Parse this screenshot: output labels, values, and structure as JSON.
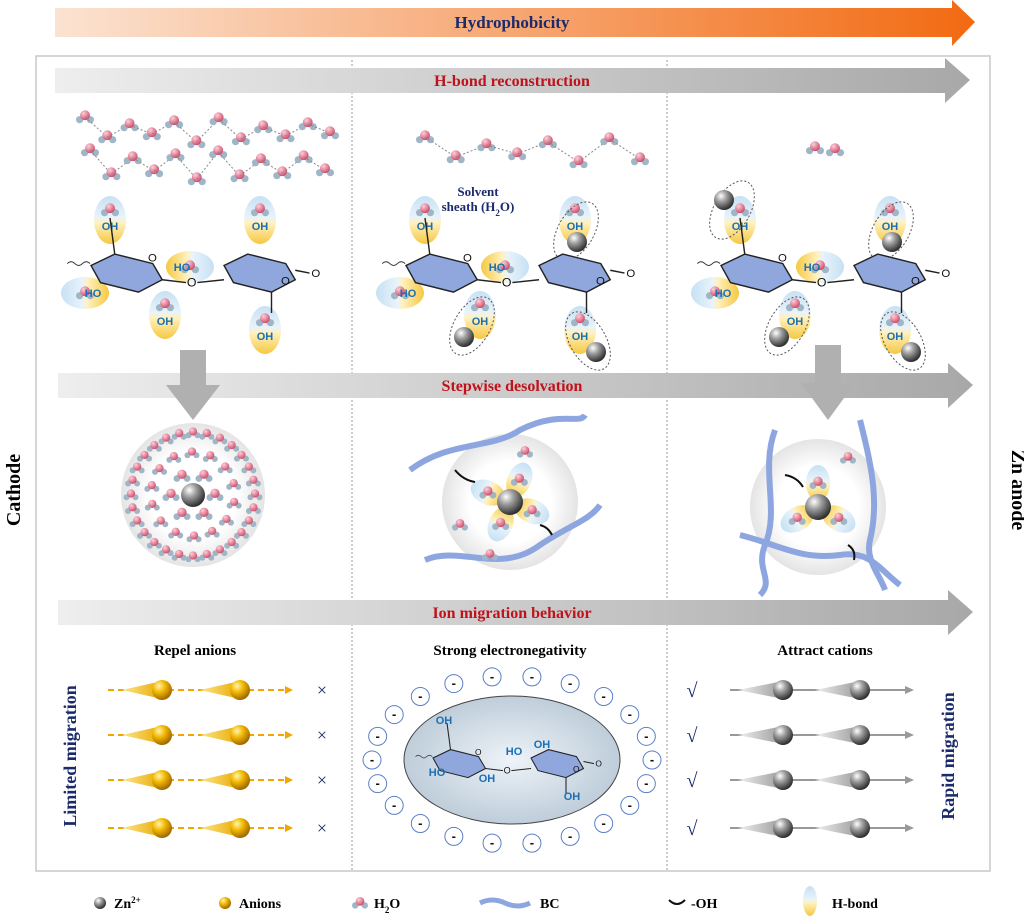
{
  "top_arrow": {
    "label": "Hydrophobicity",
    "color_start": "#fbe3d2",
    "color_end": "#f26a12"
  },
  "side_labels": {
    "left": "Cathode",
    "right": "Zn anode"
  },
  "sections": {
    "hbond": "H-bond reconstruction",
    "desolvation": "Stepwise desolvation",
    "migration": "Ion migration behavior"
  },
  "hbond_panel": {
    "solvent_sheath_line1": "Solvent",
    "solvent_sheath_line2": "sheath (H",
    "solvent_sheath_sub": "2",
    "solvent_sheath_end": "O)"
  },
  "chem_labels": {
    "oh": "OH",
    "ho": "HO",
    "o": "O"
  },
  "migration_panel": {
    "col1_title": "Repel anions",
    "col2_title": "Strong electronegativity",
    "col3_title": "Attract cations",
    "left_vertical": "Limited migration",
    "right_vertical": "Rapid migration",
    "cross": "×",
    "check": "√",
    "minus": "-"
  },
  "legend": [
    {
      "icon": "zn-ion-icon",
      "label": "Zn",
      "sup": "2+"
    },
    {
      "icon": "anion-icon",
      "label": "Anions"
    },
    {
      "icon": "water-icon",
      "label": "H",
      "sub": "2",
      "tail": "O"
    },
    {
      "icon": "bc-chain-icon",
      "label": "BC"
    },
    {
      "icon": "hydroxyl-icon",
      "label": "-OH"
    },
    {
      "icon": "hbond-icon",
      "label": "H-bond"
    }
  ],
  "colors": {
    "title_red": "#c0121b",
    "navy": "#1b2a6b",
    "bc_blue": "#8ea6e0",
    "gold": "#f3b800",
    "water_pink": "#e0708a",
    "water_blue": "#a9cde3"
  }
}
